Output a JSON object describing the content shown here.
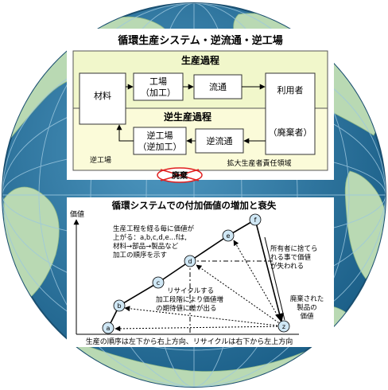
{
  "top_diagram": {
    "title": "循環生産システム・逆流通・逆工場",
    "forward_process_title": "生産過程",
    "reverse_process_title": "逆生産過程",
    "boxes": {
      "material": "材料",
      "factory_line1": "工場",
      "factory_line2": "（加工）",
      "distribution": "流通",
      "user": "利用者",
      "disposer": "（廃棄者）",
      "reverse_factory_line1": "逆工場",
      "reverse_factory_line2": "（逆加工）",
      "reverse_distribution": "逆流通"
    },
    "reverse_factory_area_label": "逆工場",
    "epr_area_label": "拡大生産者責任領域",
    "disposal_label": "廃棄"
  },
  "bottom_diagram": {
    "title": "循環システムでの付加価値の増加と衰失",
    "y_axis_label": "価値",
    "nodes": [
      "a",
      "b",
      "c",
      "d",
      "e",
      "f",
      "z"
    ],
    "annotation_process_lines": [
      "生産工程を経る毎に価値が",
      "上がる：a,b,c,d,e...fは,",
      "材料→部品→製品など",
      "加工の順序を示す"
    ],
    "annotation_recycle_lines": [
      "リサイクルする",
      "加工段階により価値増",
      "の期待値に差が出る"
    ],
    "annotation_loss_lines": [
      "所有者に捨てら",
      "れる事で価値",
      "が失われる"
    ],
    "annotation_discard_lines": [
      "廃棄された",
      "製品の",
      "価値"
    ],
    "caption": "生産の順序は左下から右上方向、リサイクルは右下から左上方向"
  },
  "colors": {
    "ocean": "#27749f",
    "land": "#b9d9b3",
    "forward_panel": "#f1f7cb",
    "reverse_panel": "#fbfbd9",
    "node_fill": "#cfe7f5",
    "disposal_cross": "#e02020"
  }
}
